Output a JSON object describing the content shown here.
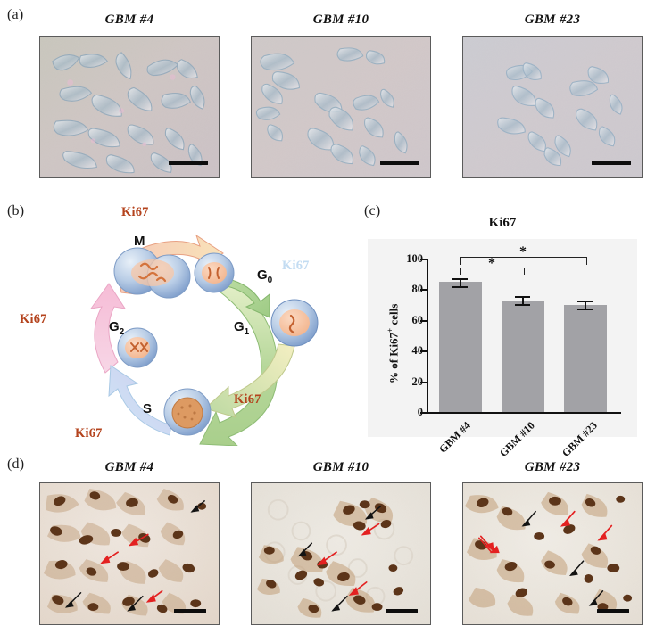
{
  "figure": {
    "panels": [
      {
        "letter": "(a)"
      },
      {
        "letter": "(b)"
      },
      {
        "letter": "(c)"
      },
      {
        "letter": "(d)"
      }
    ]
  },
  "panel_a": {
    "letter": "(a)",
    "micrographs": [
      {
        "title": "GBM #4",
        "type": "phase-contrast",
        "scalebar": true
      },
      {
        "title": "GBM #10",
        "type": "phase-contrast",
        "scalebar": true
      },
      {
        "title": "GBM #23",
        "type": "phase-contrast",
        "scalebar": true
      }
    ]
  },
  "panel_b": {
    "letter": "(b)",
    "diagram_title": "cell-cycle-ki67-expression",
    "phases": [
      {
        "id": "M",
        "label": "M",
        "sub": "",
        "arrow_color": "#f4b9a6"
      },
      {
        "id": "G0",
        "label": "G",
        "sub": "0",
        "arrow_color": "#a8cf8e"
      },
      {
        "id": "G1",
        "label": "G",
        "sub": "1",
        "arrow_color": "#a8cf8e"
      },
      {
        "id": "G2",
        "label": "G",
        "sub": "2",
        "arrow_color": "#f3bcd4"
      },
      {
        "id": "S",
        "label": "S",
        "sub": "",
        "arrow_color": "#bcc9ef"
      }
    ],
    "ki67_labels": [
      {
        "text": "Ki67",
        "position": "top",
        "color": "#b4431d",
        "state": "present"
      },
      {
        "text": "Ki67",
        "position": "left",
        "color": "#b4431d",
        "state": "present"
      },
      {
        "text": "Ki67",
        "position": "bottom",
        "color": "#b4431d",
        "state": "present"
      },
      {
        "text": "Ki67",
        "position": "right",
        "color": "#b4431d",
        "state": "present"
      },
      {
        "text": "Ki67",
        "position": "g0",
        "color": "#c3dcf2",
        "state": "absent"
      }
    ]
  },
  "panel_c": {
    "letter": "(c)",
    "chart_data": {
      "type": "bar",
      "title": "Ki67",
      "xlabel": "",
      "ylabel": "% of Ki67+ cells",
      "ylabel_parts": {
        "prefix": "% of Ki67",
        "sup": "+",
        "suffix": " cells"
      },
      "categories": [
        "GBM #4",
        "GBM #10",
        "GBM #23"
      ],
      "values": [
        85,
        72.5,
        69.8
      ],
      "errors": [
        1.3,
        1.5,
        1.4
      ],
      "ylim": [
        0,
        100
      ],
      "yticks": [
        0,
        20,
        40,
        60,
        80,
        100
      ],
      "ytick_labels": [
        "0",
        "20",
        "40",
        "60",
        "80",
        "100"
      ],
      "bar_color": "#a2a2a6",
      "grid": false,
      "legend": false,
      "annotations": [
        {
          "type": "significance",
          "text": "*",
          "from": "GBM #4",
          "to": "GBM #10",
          "level": 1
        },
        {
          "type": "significance",
          "text": "*",
          "from": "GBM #4",
          "to": "GBM #23",
          "level": 2
        }
      ]
    }
  },
  "panel_d": {
    "letter": "(d)",
    "micrographs": [
      {
        "title": "GBM #4",
        "type": "immunocytochemistry-dab",
        "scalebar": true,
        "arrows": {
          "red": "Ki67-positive nucleus",
          "black": "Ki67-negative nucleus"
        }
      },
      {
        "title": "GBM #10",
        "type": "immunocytochemistry-dab",
        "scalebar": true,
        "arrows": {
          "red": "Ki67-positive nucleus",
          "black": "Ki67-negative nucleus"
        }
      },
      {
        "title": "GBM #23",
        "type": "immunocytochemistry-dab",
        "scalebar": true,
        "arrows": {
          "red": "Ki67-positive nucleus",
          "black": "Ki67-negative nucleus"
        }
      }
    ]
  }
}
